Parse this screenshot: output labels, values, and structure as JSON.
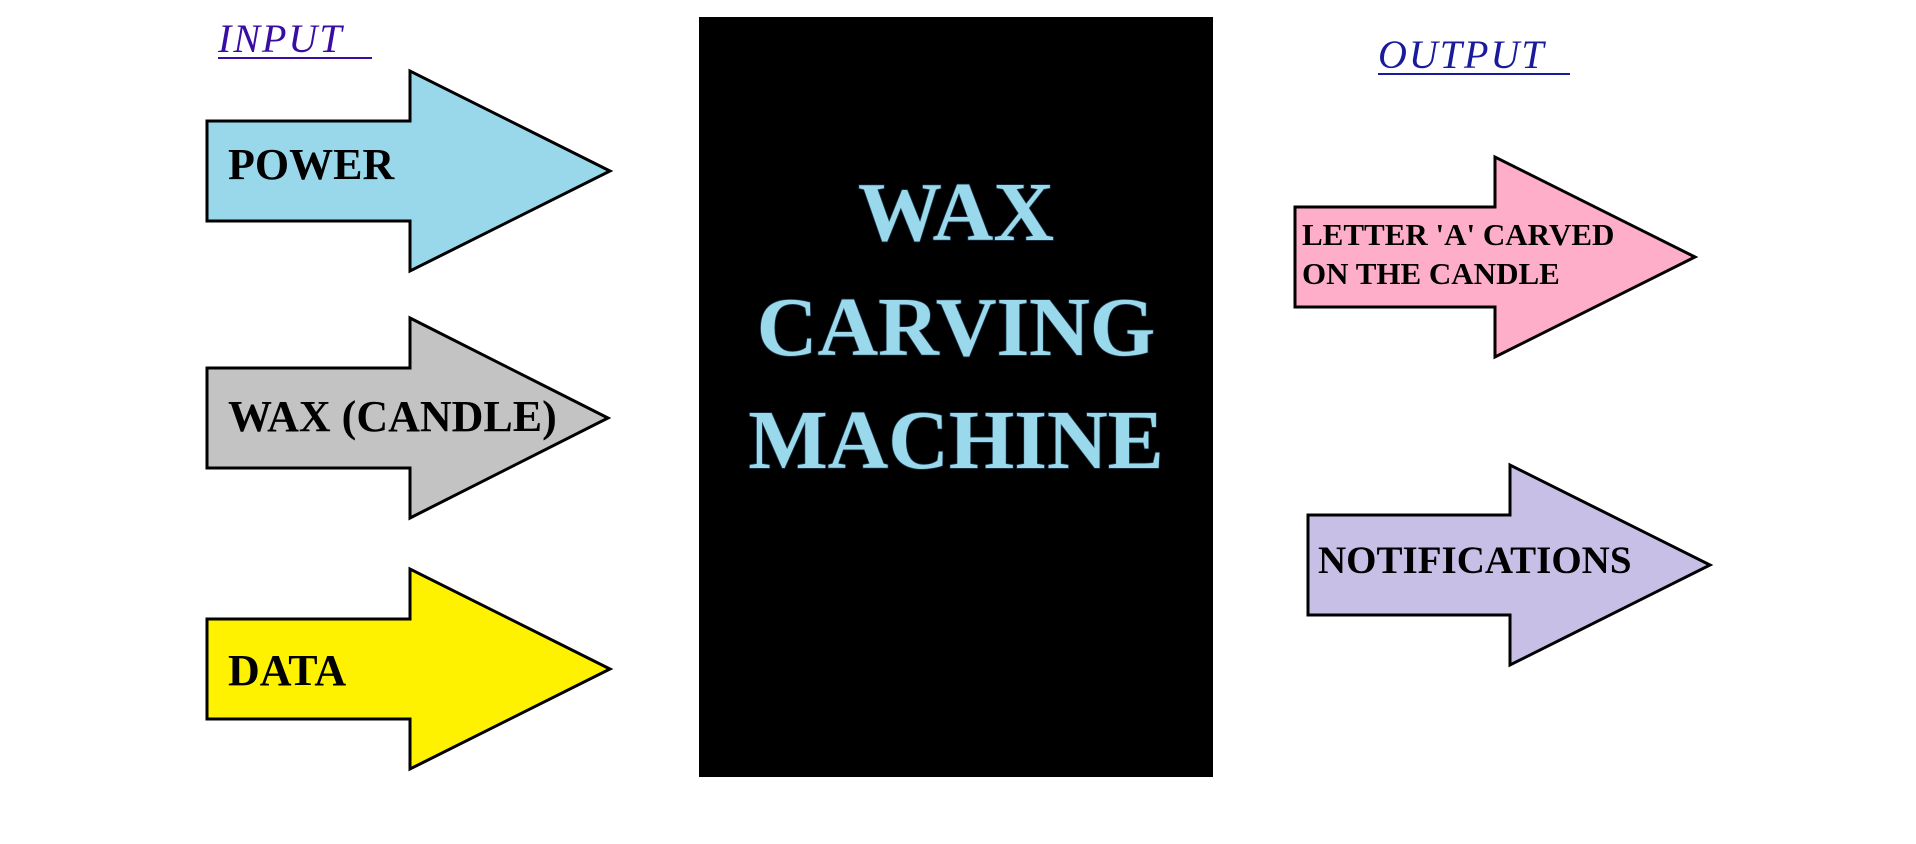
{
  "input_heading": "INPUT",
  "output_heading": "OUTPUT",
  "machine": {
    "lines": [
      "WAX",
      "CARVING",
      "MACHINE"
    ],
    "background": "#000000",
    "text_color": "#9ad9ec"
  },
  "inputs": [
    {
      "label": "POWER",
      "color": "#99d8ea"
    },
    {
      "label": "WAX (CANDLE)",
      "color": "#c3c3c3"
    },
    {
      "label": "DATA",
      "color": "#fff200"
    }
  ],
  "outputs": [
    {
      "lines": [
        "LETTER 'A' CARVED",
        "ON THE CANDLE"
      ],
      "color": "#ffaec9"
    },
    {
      "lines": [
        "NOTIFICATIONS"
      ],
      "color": "#c8bfe7"
    }
  ],
  "colors": {
    "input_heading": "#3a0ca3",
    "output_heading": "#1a1a9c",
    "arrow_stroke": "#000000"
  }
}
